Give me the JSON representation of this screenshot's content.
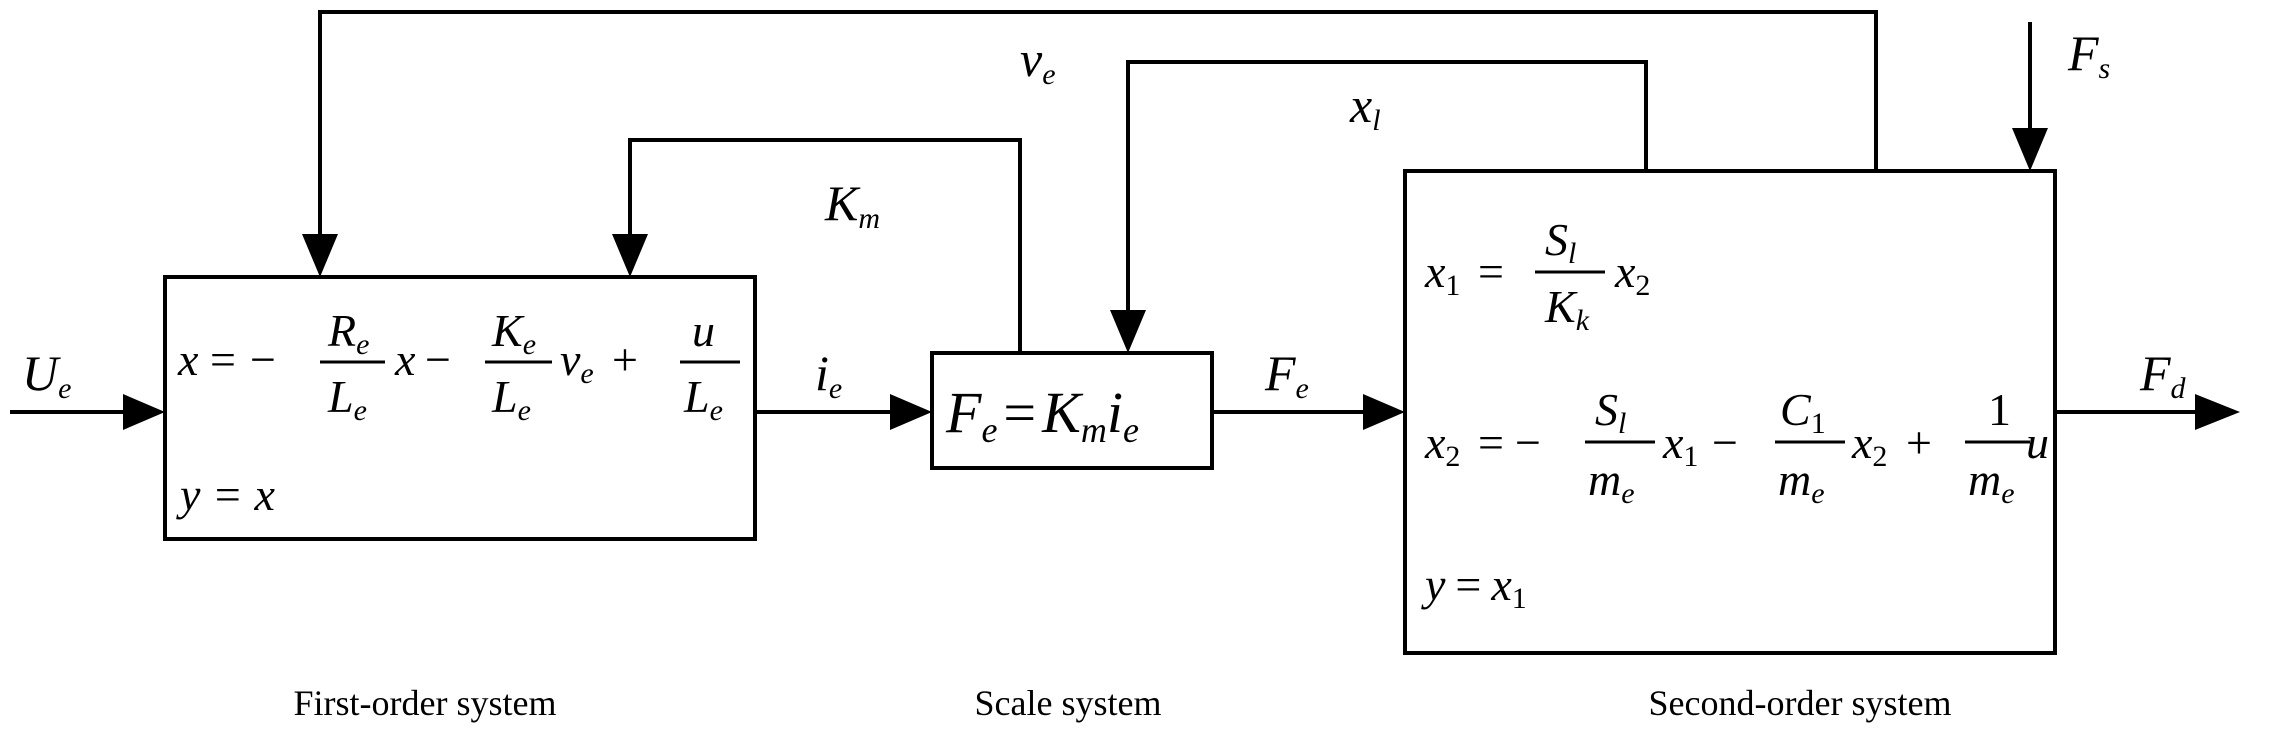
{
  "blocks": {
    "first_order": {
      "caption": "First-order system",
      "eq1": {
        "lhs": "x",
        "eq": "=",
        "minus": "−",
        "R": "R",
        "R_sub": "e",
        "L": "L",
        "L_sub": "e",
        "x": "x",
        "minus2": "−",
        "K": "K",
        "K_sub": "e",
        "v": "v",
        "v_sub": "e",
        "plus": "+",
        "u": "u"
      },
      "eq2": "y = x"
    },
    "scale": {
      "caption": "Scale system",
      "F": "F",
      "F_sub": "e",
      "eq": "=",
      "K": "K",
      "K_sub": "m",
      "i": "i",
      "i_sub": "e"
    },
    "second_order": {
      "caption": "Second-order system",
      "eq1": {
        "lhs": "x",
        "lhs_sub": "1",
        "eq": "=",
        "S": "S",
        "S_sub": "l",
        "K": "K",
        "K_sub": "k",
        "x": "x",
        "x_sub": "2"
      },
      "eq2": {
        "lhs": "x",
        "lhs_sub": "2",
        "eq": "=",
        "minus": "−",
        "S": "S",
        "S_sub": "l",
        "m": "m",
        "m_sub": "e",
        "x1": "x",
        "x1_sub": "1",
        "minus2": "−",
        "C": "C",
        "C_sub": "1",
        "x2": "x",
        "x2_sub": "2",
        "plus": "+",
        "one": "1",
        "u": "u"
      },
      "eq3": {
        "lhs": "y",
        "eq": "=",
        "x": "x",
        "x_sub": "1"
      }
    }
  },
  "signals": {
    "U": {
      "base": "U",
      "sub": "e"
    },
    "i": {
      "base": "i",
      "sub": "e"
    },
    "F_e": {
      "base": "F",
      "sub": "e"
    },
    "F_d": {
      "base": "F",
      "sub": "d"
    },
    "F_s": {
      "base": "F",
      "sub": "s"
    },
    "v": {
      "base": "v",
      "sub": "e"
    },
    "x_l": {
      "base": "x",
      "sub": "l"
    },
    "K_m": {
      "base": "K",
      "sub": "m"
    }
  }
}
